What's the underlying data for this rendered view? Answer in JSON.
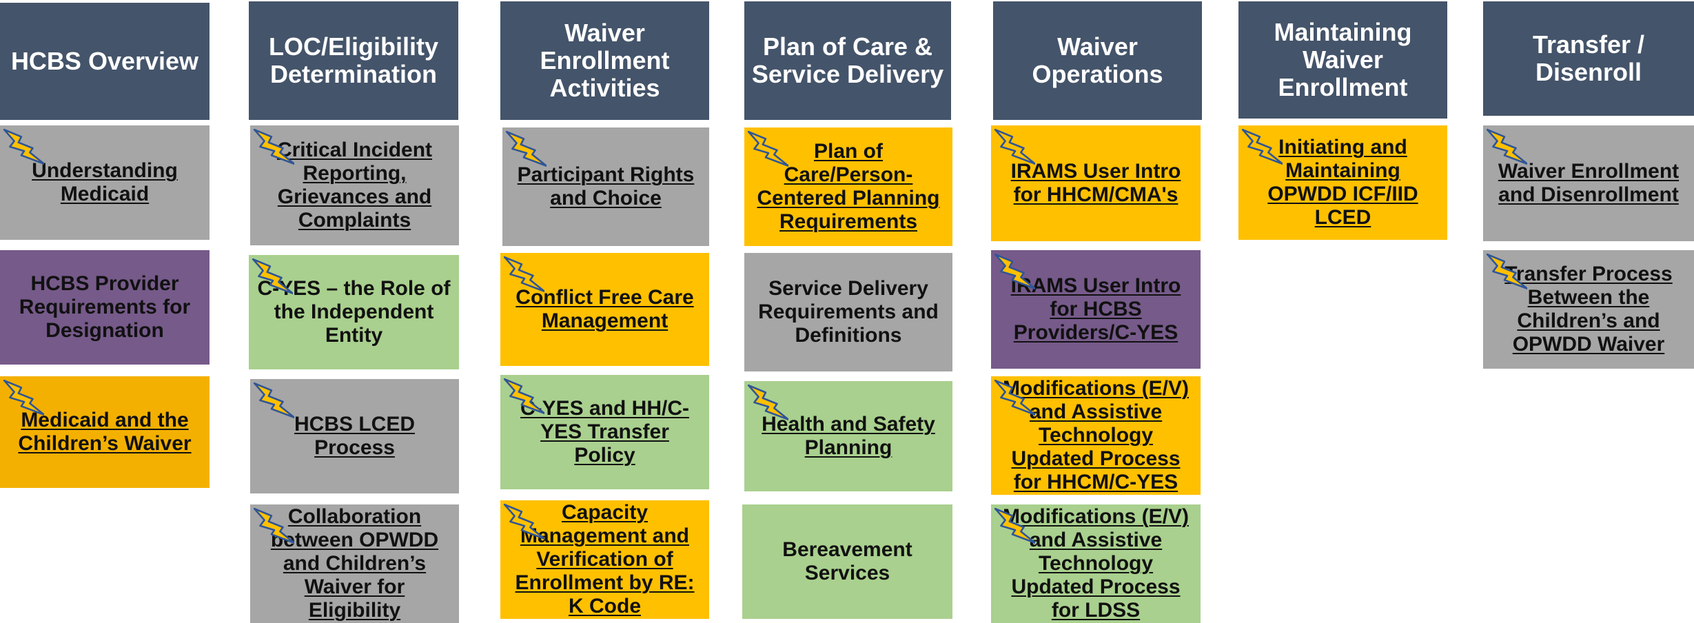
{
  "columns": [
    {
      "header": "HCBS Overview",
      "tiles": [
        {
          "label": "Understanding Medicaid",
          "color": "#a6a6a6",
          "link": true,
          "icon": "lightning-bolt-icon"
        },
        {
          "label": "HCBS Provider Requirements for Designation",
          "color": "#765a8a",
          "link": false,
          "icon": null
        },
        {
          "label": "Medicaid and the Children’s Waiver",
          "color": "#f4b000",
          "link": true,
          "icon": "lightning-bolt-icon"
        }
      ]
    },
    {
      "header": "LOC/Eligibility Determination",
      "tiles": [
        {
          "label": "Critical Incident Reporting, Grievances and Complaints",
          "color": "#a6a6a6",
          "link": true,
          "icon": "lightning-bolt-icon"
        },
        {
          "label": "C-YES – the Role of the Independent Entity",
          "color": "#a9d08e",
          "link": false,
          "icon": "lightning-bolt-icon"
        },
        {
          "label": "HCBS LCED Process",
          "color": "#a6a6a6",
          "link": true,
          "icon": "lightning-bolt-icon"
        },
        {
          "label": "Collaboration between OPWDD and Children’s Waiver for Eligibility",
          "color": "#a6a6a6",
          "link": true,
          "icon": "lightning-bolt-icon"
        }
      ]
    },
    {
      "header": "Waiver Enrollment Activities",
      "tiles": [
        {
          "label": "Participant Rights and Choice",
          "color": "#a6a6a6",
          "link": true,
          "icon": "lightning-bolt-icon"
        },
        {
          "label": "Conflict Free Care Management",
          "color": "#ffc000",
          "link": true,
          "icon": "lightning-bolt-icon"
        },
        {
          "label": "C-YES and HH/C-YES Transfer Policy",
          "color": "#a9d08e",
          "link": true,
          "icon": "lightning-bolt-icon"
        },
        {
          "label": "Capacity Management and Verification of Enrollment by RE: K Code",
          "color": "#ffc000",
          "link": true,
          "icon": "lightning-bolt-icon"
        }
      ]
    },
    {
      "header": "Plan of Care & Service Delivery",
      "tiles": [
        {
          "label": "Plan of Care/Person-Centered Planning Requirements",
          "color": "#ffc000",
          "link": true,
          "icon": "lightning-bolt-icon"
        },
        {
          "label": "Service Delivery Requirements and Definitions",
          "color": "#a6a6a6",
          "link": false,
          "icon": null
        },
        {
          "label": "Health and Safety Planning",
          "color": "#a9d08e",
          "link": true,
          "icon": "lightning-bolt-icon"
        },
        {
          "label": "Bereavement Services",
          "color": "#a9d08e",
          "link": false,
          "icon": null
        }
      ]
    },
    {
      "header": "Waiver Operations",
      "tiles": [
        {
          "label": "IRAMS User Intro for HHCM/CMA's",
          "color": "#ffc000",
          "link": true,
          "icon": "lightning-bolt-icon"
        },
        {
          "label": "IRAMS User Intro for HCBS Providers/C-YES",
          "color": "#765a8a",
          "link": true,
          "icon": "lightning-bolt-icon"
        },
        {
          "label": "Modifications (E/V) and Assistive Technology Updated Process for HHCM/C-YES",
          "color": "#ffc000",
          "link": true,
          "icon": "lightning-bolt-icon"
        },
        {
          "label": "Modifications (E/V) and Assistive Technology Updated Process for LDSS",
          "color": "#a9d08e",
          "link": true,
          "icon": "lightning-bolt-icon"
        }
      ]
    },
    {
      "header": "Maintaining Waiver Enrollment",
      "tiles": [
        {
          "label": "Initiating and Maintaining OPWDD ICF/IID LCED",
          "color": "#ffc000",
          "link": true,
          "icon": "lightning-bolt-icon"
        }
      ]
    },
    {
      "header": "Transfer / Disenroll",
      "tiles": [
        {
          "label": "Waiver Enrollment and Disenrollment",
          "color": "#a6a6a6",
          "link": true,
          "icon": "lightning-bolt-icon"
        },
        {
          "label": "Transfer Process Between the Children’s and OPWDD Waiver",
          "color": "#a6a6a6",
          "link": true,
          "icon": "lightning-bolt-icon"
        }
      ]
    }
  ]
}
